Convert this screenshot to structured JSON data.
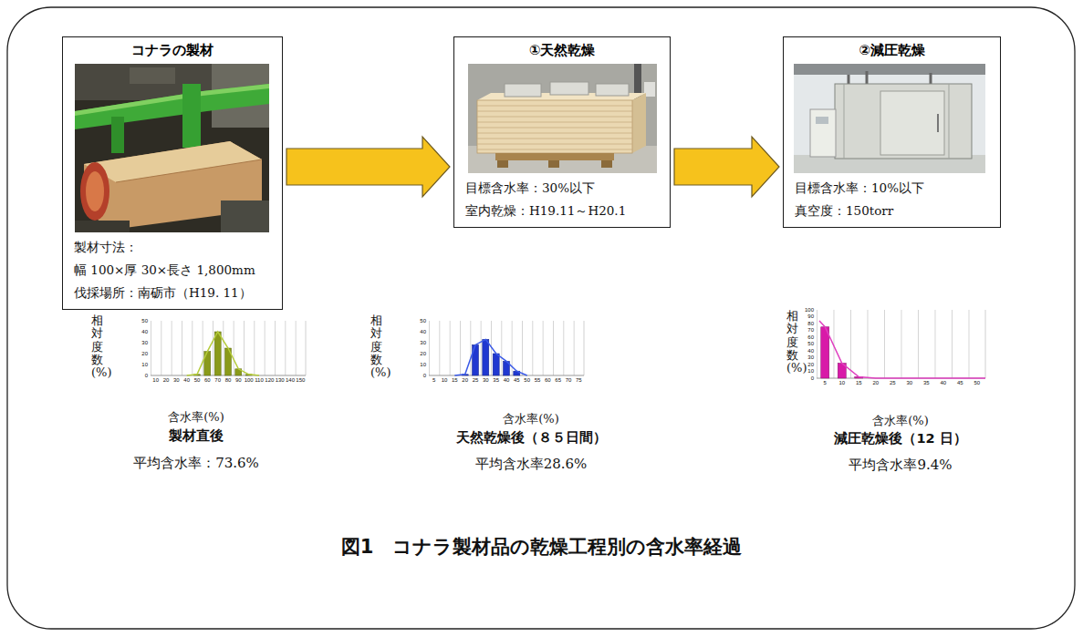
{
  "diagram": {
    "caption": "図1　コナラ製材品の乾燥工程別の含水率経過",
    "nodes": [
      {
        "text": [
          "コナラの製材",
          "製材寸法：",
          "幅 100×厚 30×長さ 1,800mm",
          "伐採場所：南砺市（H19. 11）"
        ]
      },
      {
        "text": [
          "①天然乾燥",
          "目標含水率：30%以下",
          "室内乾燥：H19.11～H20.1"
        ]
      },
      {
        "text": [
          "②減圧乾燥",
          "目標含水率：10%以下",
          "真空度：150torr"
        ]
      }
    ],
    "edges": [
      {
        "from": 0,
        "to": 1,
        "arrow": "to"
      },
      {
        "from": 1,
        "to": 2,
        "arrow": "to"
      }
    ],
    "labels": [
      "相対度数(%)",
      "50",
      "40",
      "30",
      "20",
      "10",
      "0",
      "10",
      "20",
      "30",
      "40",
      "50",
      "60",
      "70",
      "80",
      "90",
      "100",
      "110",
      "120",
      "130",
      "140",
      "150",
      "含水率(%)",
      "製材直後",
      "平均含水率：73.6%",
      "相対度数(%)",
      "50",
      "40",
      "30",
      "20",
      "10",
      "0",
      "5",
      "10",
      "15",
      "20",
      "25",
      "30",
      "35",
      "40",
      "45",
      "50",
      "55",
      "60",
      "65",
      "70",
      "75",
      "含水率(%)",
      "天然乾燥後（８５日間）",
      "平均含水率28.6%",
      "相対度数(%)",
      "100",
      "90",
      "80",
      "70",
      "60",
      "50",
      "40",
      "30",
      "20",
      "10",
      "0",
      "5",
      "10",
      "15",
      "20",
      "25",
      "30",
      "35",
      "40",
      "45",
      "50",
      "含水率(%)",
      "減圧乾燥後（12 日）",
      "平均含水率9.4%"
    ]
  }
}
